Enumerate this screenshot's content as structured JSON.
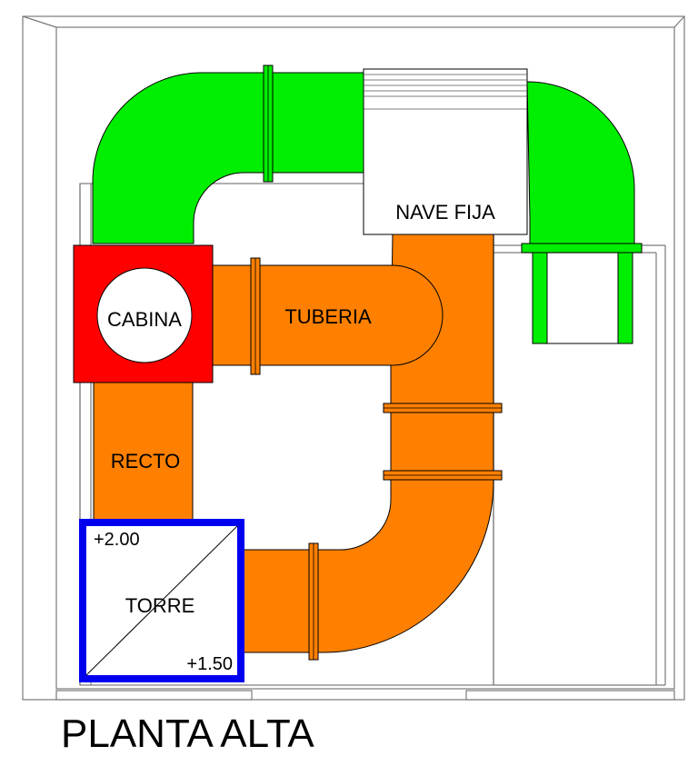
{
  "labels": {
    "nave_fija": "NAVE FIJA",
    "cabina": "CABINA",
    "tuberia": "TUBERIA",
    "recto": "RECTO",
    "torre": "TORRE",
    "level_top": "+2.00",
    "level_bottom": "+1.50"
  },
  "title": "PLANTA ALTA",
  "colors": {
    "green": "#00ee00",
    "orange": "#ff8000",
    "red": "#ff0000",
    "blue": "#0000ee",
    "line": "#000000",
    "wall": "#7a7a7a"
  }
}
